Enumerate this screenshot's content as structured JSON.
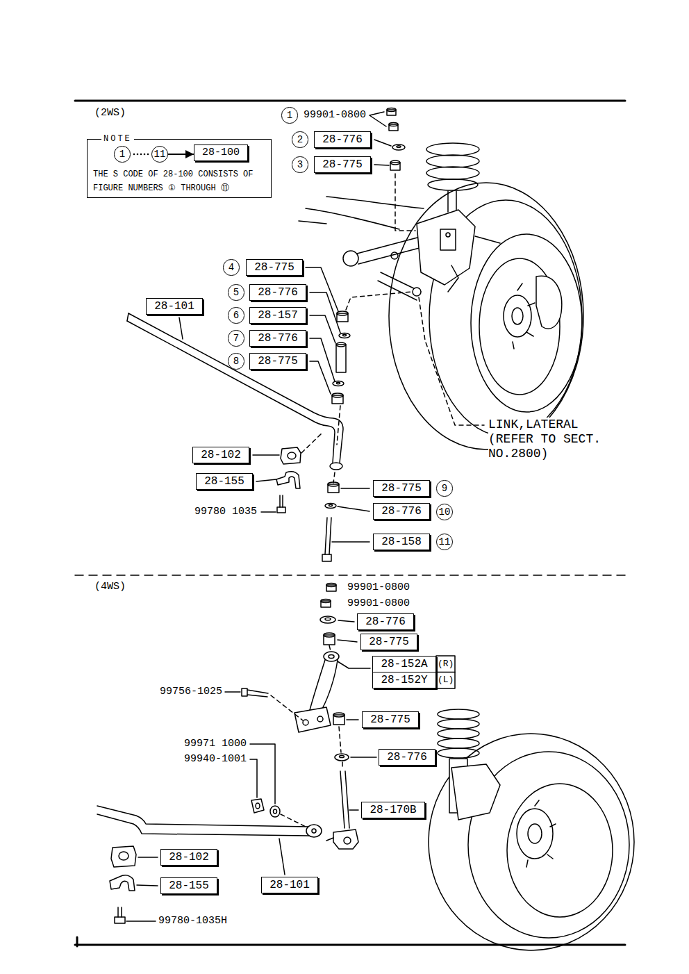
{
  "diagram": {
    "nodes": [
      {
        "text": [
          "NOTE",
          "THE S CODE OF 28-100 CONSISTS OF FIGURE NUMBERS ① THROUGH ⑪"
        ]
      },
      {
        "text": [
          "1"
        ],
        "in": 0
      },
      {
        "text": [
          "11"
        ],
        "in": 0
      },
      {
        "text": [
          "28-100"
        ],
        "in": 0
      },
      {
        "text": [
          "1"
        ]
      },
      {
        "text": [
          "2"
        ]
      },
      {
        "text": [
          "28-776"
        ]
      },
      {
        "text": [
          "3"
        ]
      },
      {
        "text": [
          "28-775"
        ]
      },
      {
        "text": [
          "4"
        ]
      },
      {
        "text": [
          "28-775"
        ]
      },
      {
        "text": [
          "5"
        ]
      },
      {
        "text": [
          "28-776"
        ]
      },
      {
        "text": [
          "28-101"
        ]
      },
      {
        "text": [
          "6"
        ]
      },
      {
        "text": [
          "28-157"
        ]
      },
      {
        "text": [
          "7"
        ]
      },
      {
        "text": [
          "28-776"
        ]
      },
      {
        "text": [
          "8"
        ]
      },
      {
        "text": [
          "28-775"
        ]
      },
      {
        "text": [
          "28-102"
        ]
      },
      {
        "text": [
          "28-155"
        ]
      },
      {
        "text": [
          "28-775"
        ]
      },
      {
        "text": [
          "9"
        ]
      },
      {
        "text": [
          "28-776"
        ]
      },
      {
        "text": [
          "10"
        ]
      },
      {
        "text": [
          "28-158"
        ]
      },
      {
        "text": [
          "11"
        ]
      },
      {
        "text": [
          "28-776"
        ]
      },
      {
        "text": [
          "28-775"
        ]
      },
      {
        "text": [
          "28-152A"
        ]
      },
      {
        "text": [
          "28-152Y"
        ]
      },
      {
        "text": [
          "28-775"
        ]
      },
      {
        "text": [
          "28-776"
        ]
      },
      {
        "text": [
          "28-170B"
        ]
      },
      {
        "text": [
          "28-102"
        ]
      },
      {
        "text": [
          "28-101"
        ]
      },
      {
        "text": [
          "28-155"
        ]
      }
    ],
    "edges": [
      {
        "from": 2,
        "to": 3,
        "arrow": "to"
      }
    ],
    "labels": [
      "(2WS)",
      "99901-0800",
      "LINK,LATERAL (REFER TO SECT. NO.2800)",
      "99780 1035",
      "(4WS)",
      "99901-0800",
      "99901-0800",
      "(R)",
      "(L)",
      "99756-1025",
      "99971 1000",
      "99940-1001",
      "99780-1035H"
    ]
  }
}
